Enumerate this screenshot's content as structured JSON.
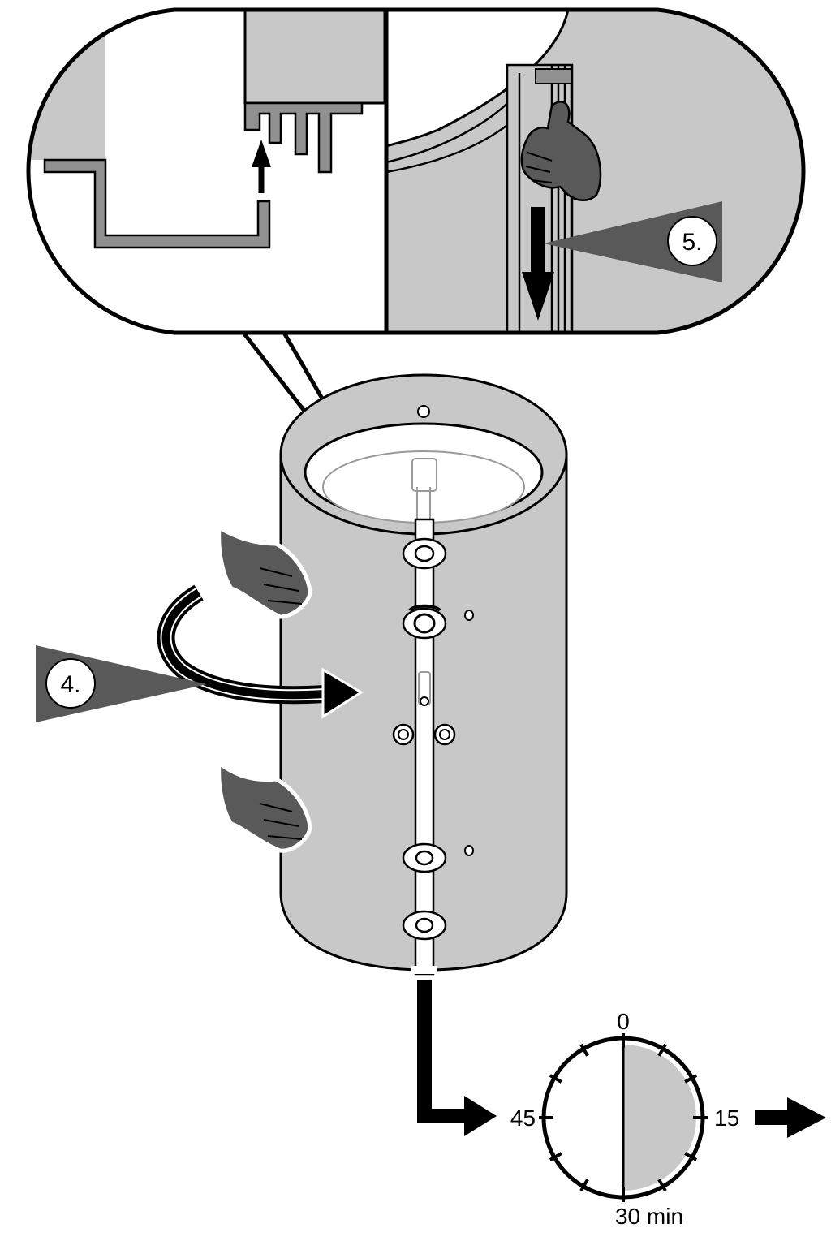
{
  "steps": {
    "step4": "4.",
    "step5": "5."
  },
  "timer": {
    "mark_top": "0",
    "mark_right": "15",
    "mark_bottom": "30 min",
    "mark_left": "45",
    "elapsed_fraction": 0.5
  },
  "colors": {
    "fill_light": "#c8c8c8",
    "fill_mid": "#909090",
    "fill_dark": "#595959",
    "outline": "#000000",
    "background": "#ffffff"
  }
}
